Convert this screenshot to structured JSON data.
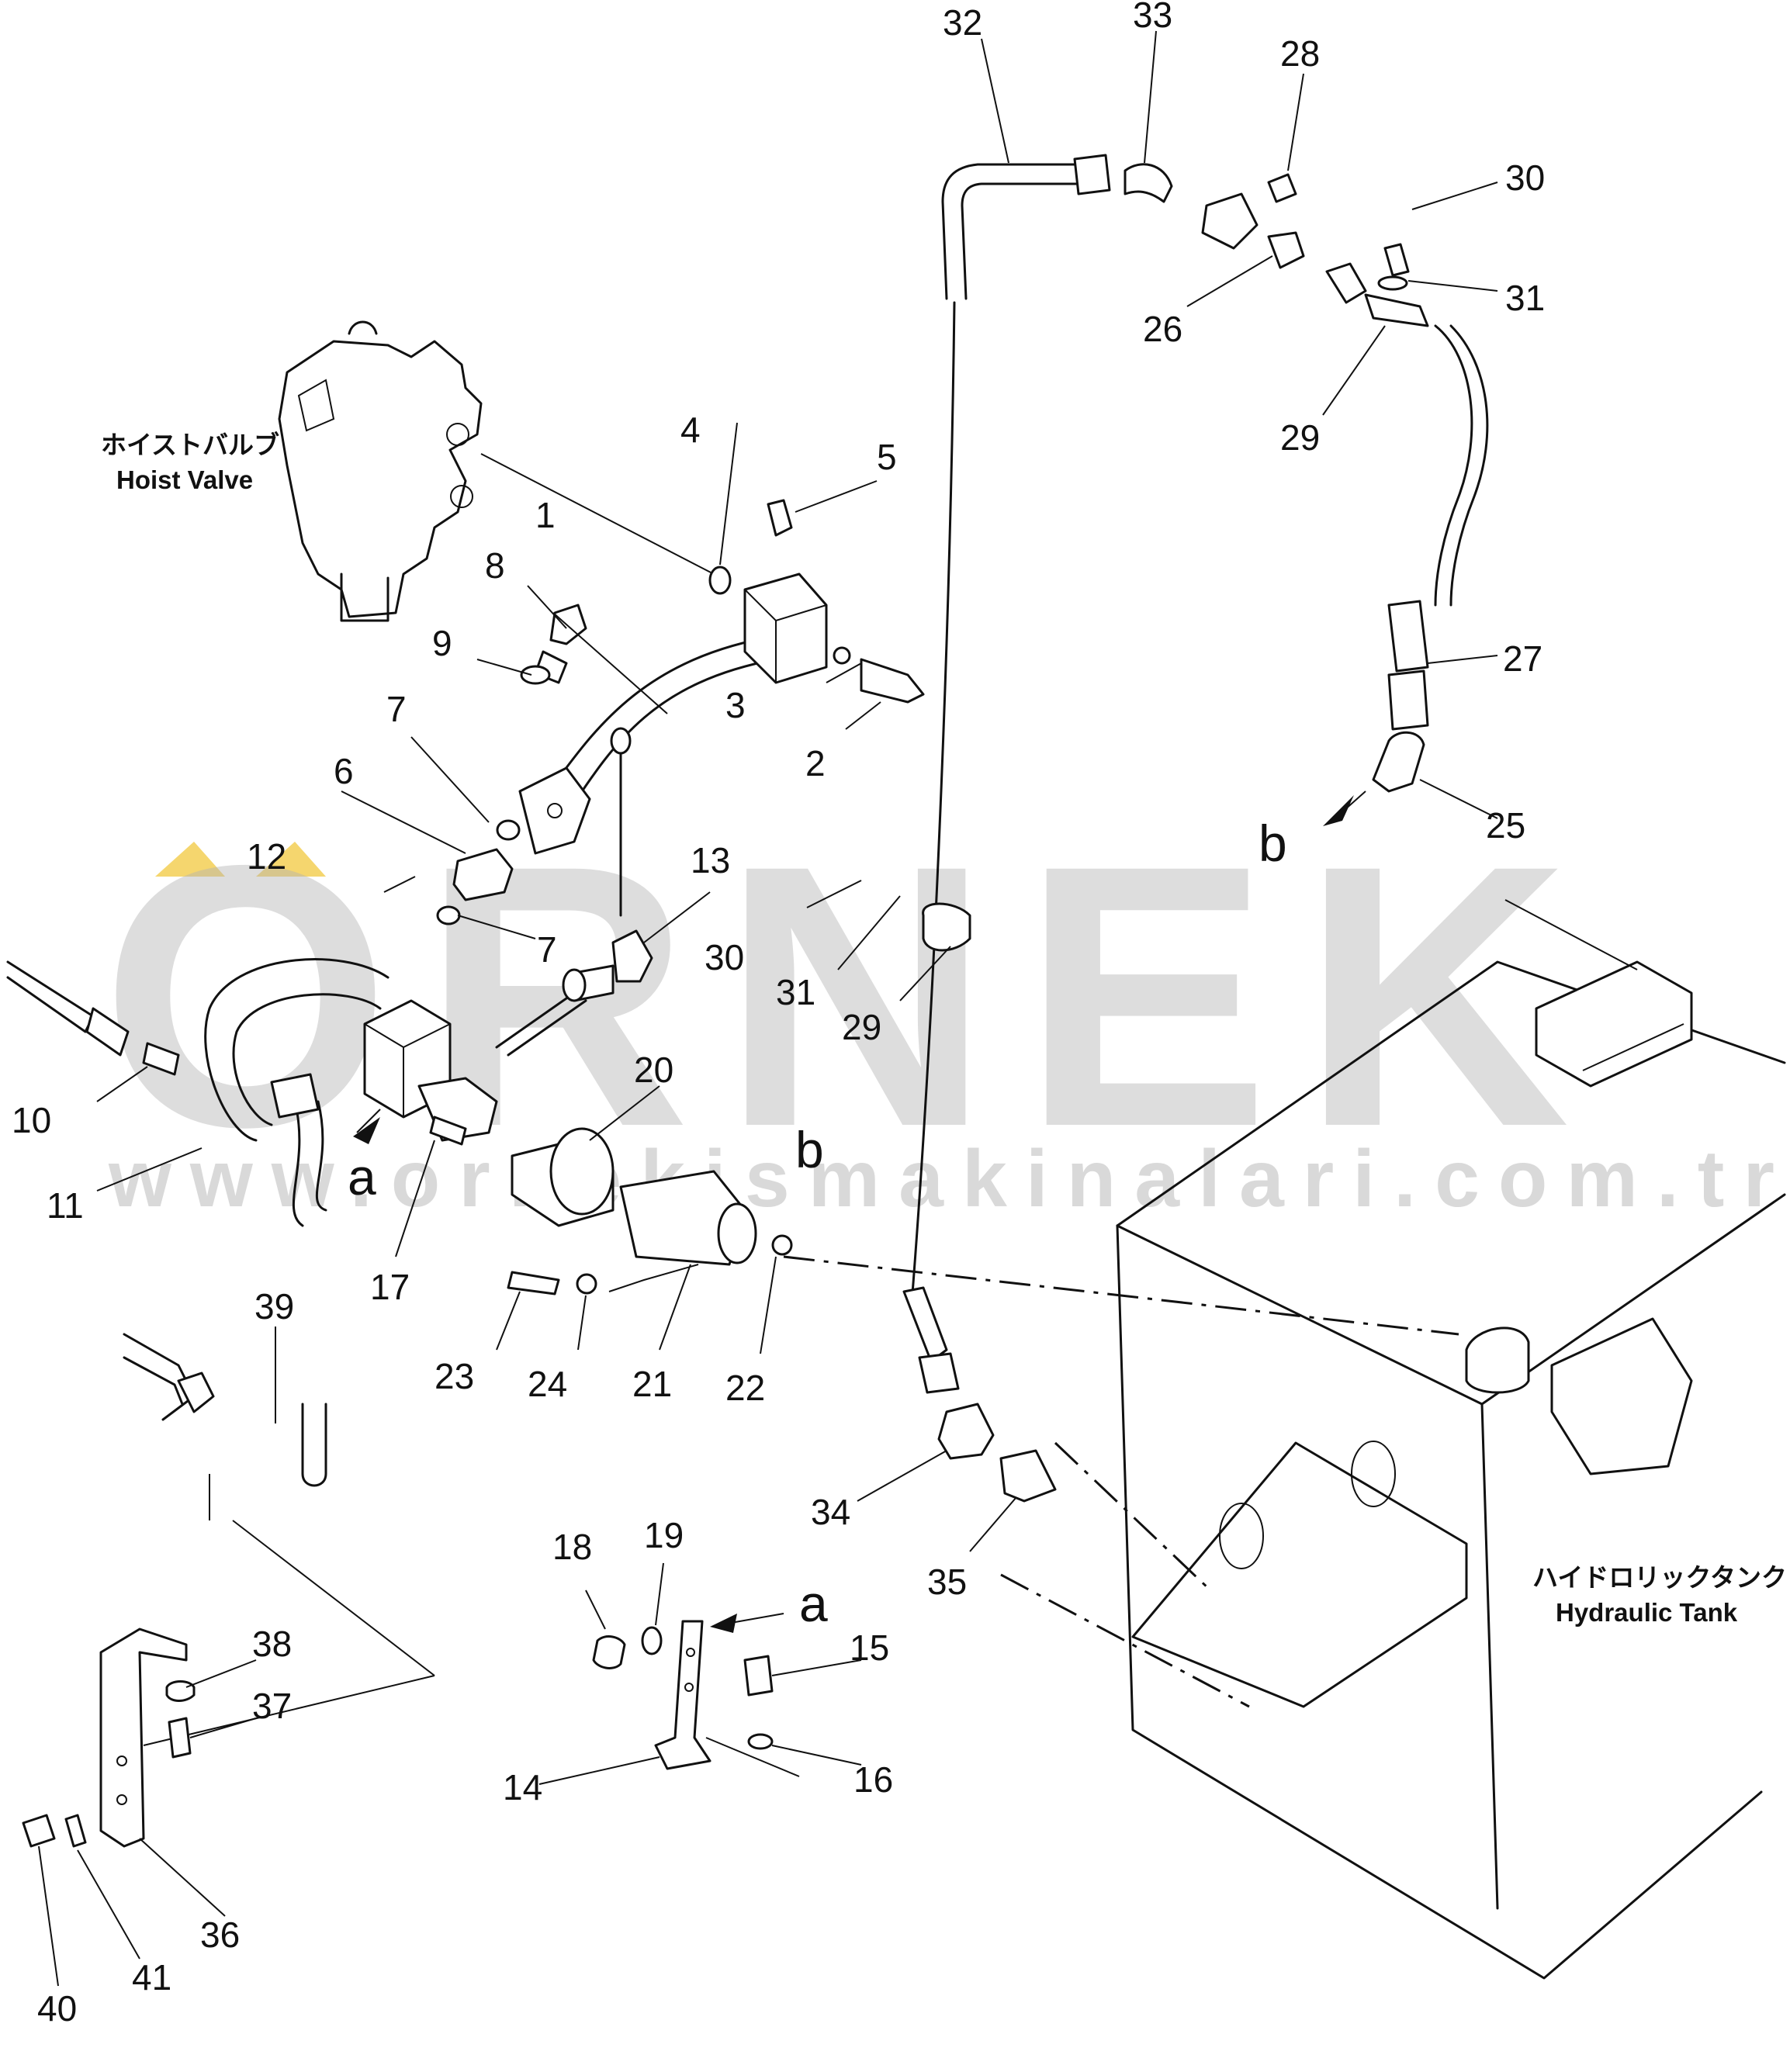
{
  "captions": {
    "hoist_valve_jp": "ホイストバルブ",
    "hoist_valve_en": "Hoist Valve",
    "hydraulic_tank_jp": "ハイドロリックタンク",
    "hydraulic_tank_en": "Hydraulic Tank"
  },
  "view_markers": {
    "a": "a",
    "b": "b"
  },
  "watermark": {
    "brand": "ORNEK",
    "url": "www.ornekismakinalari.com.tr"
  },
  "callouts": [
    "1",
    "2",
    "3",
    "4",
    "5",
    "6",
    "7",
    "7",
    "8",
    "9",
    "10",
    "11",
    "12",
    "13",
    "14",
    "15",
    "16",
    "17",
    "18",
    "19",
    "20",
    "21",
    "22",
    "23",
    "24",
    "25",
    "26",
    "27",
    "28",
    "29",
    "29",
    "30",
    "30",
    "31",
    "31",
    "32",
    "33",
    "34",
    "35",
    "36",
    "37",
    "38",
    "39",
    "40",
    "41"
  ]
}
